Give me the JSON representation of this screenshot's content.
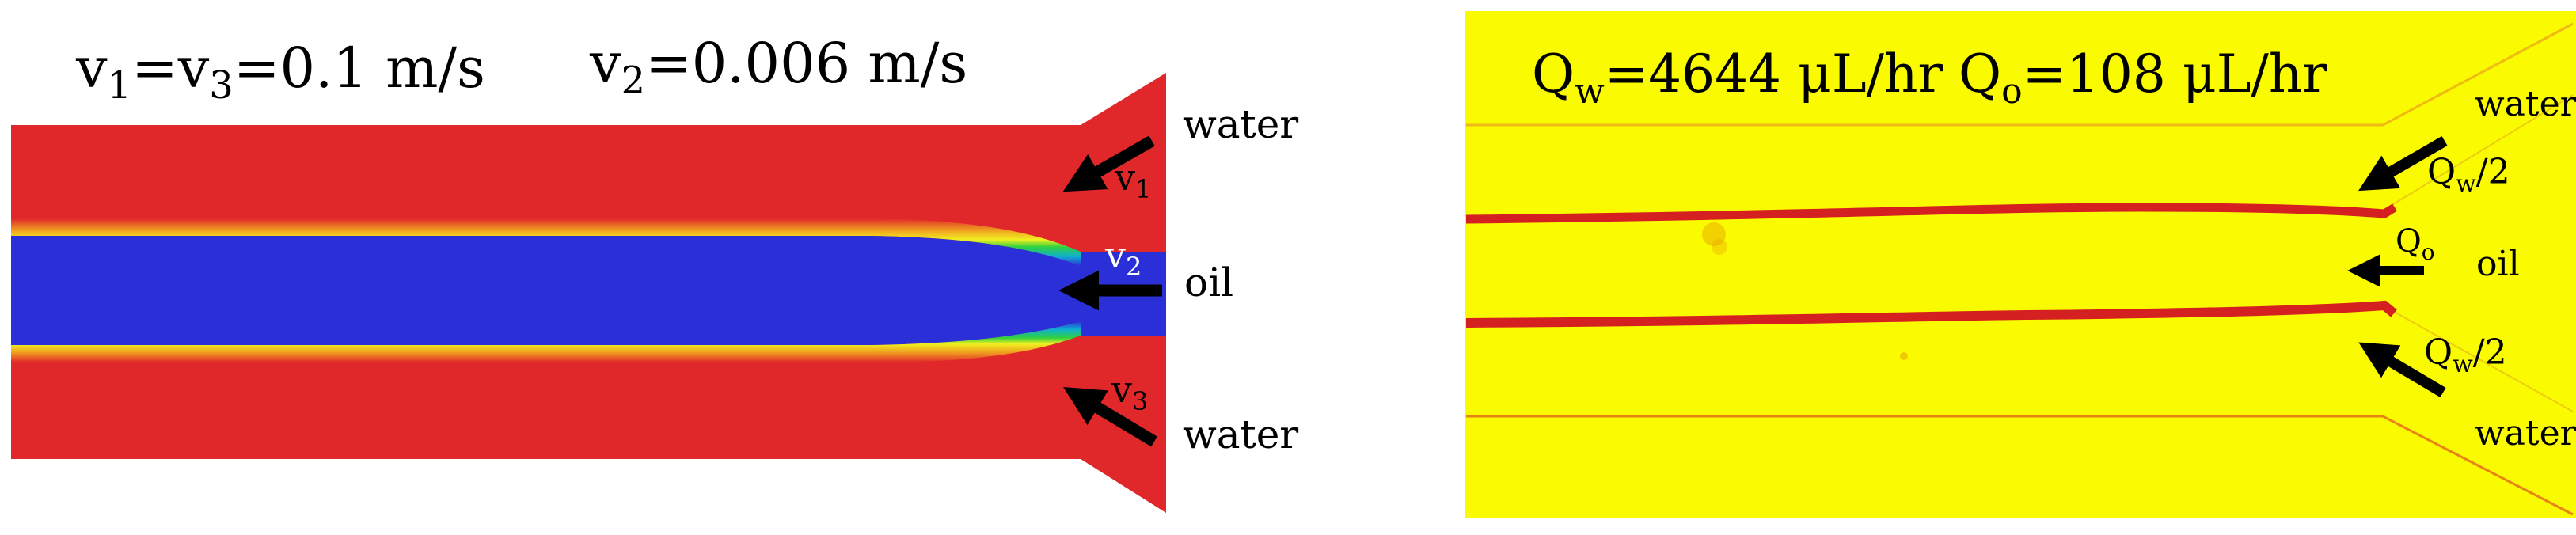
{
  "left_panel": {
    "velocity_left_main": "v",
    "velocity_left_sub1": "1",
    "velocity_left_eq1": "=v",
    "velocity_left_sub3": "3",
    "velocity_left_value": "=0.1 m/s",
    "velocity_right_main": "v",
    "velocity_right_sub": "2",
    "velocity_right_value": "=0.006 m/s",
    "inlet_top_label": "water",
    "inlet_middle_label": "oil",
    "inlet_bottom_label": "water",
    "arrow_top_main": "v",
    "arrow_top_sub": "1",
    "arrow_middle_main": "v",
    "arrow_middle_sub": "2",
    "arrow_bottom_main": "v",
    "arrow_bottom_sub": "3",
    "colors": {
      "water": "#e0282a",
      "oil": "#2a2fd8",
      "interface_mid": "#20c040"
    }
  },
  "right_panel": {
    "qw_main": "Q",
    "qw_sub": "w",
    "qw_value": "=4644 μL/hr",
    "qo_main": "Q",
    "qo_sub": "o",
    "qo_value": "=108 μL/hr",
    "inlet_top_label": "water",
    "inlet_middle_label": "oil",
    "inlet_bottom_label": "water",
    "arrow_top_main": "Q",
    "arrow_top_sub": "w",
    "arrow_top_suffix": "/2",
    "arrow_middle_main": "Q",
    "arrow_middle_sub": "o",
    "arrow_bottom_main": "Q",
    "arrow_bottom_sub": "w",
    "arrow_bottom_suffix": "/2",
    "colors": {
      "background": "#fafa00",
      "line": "#d42020"
    }
  }
}
